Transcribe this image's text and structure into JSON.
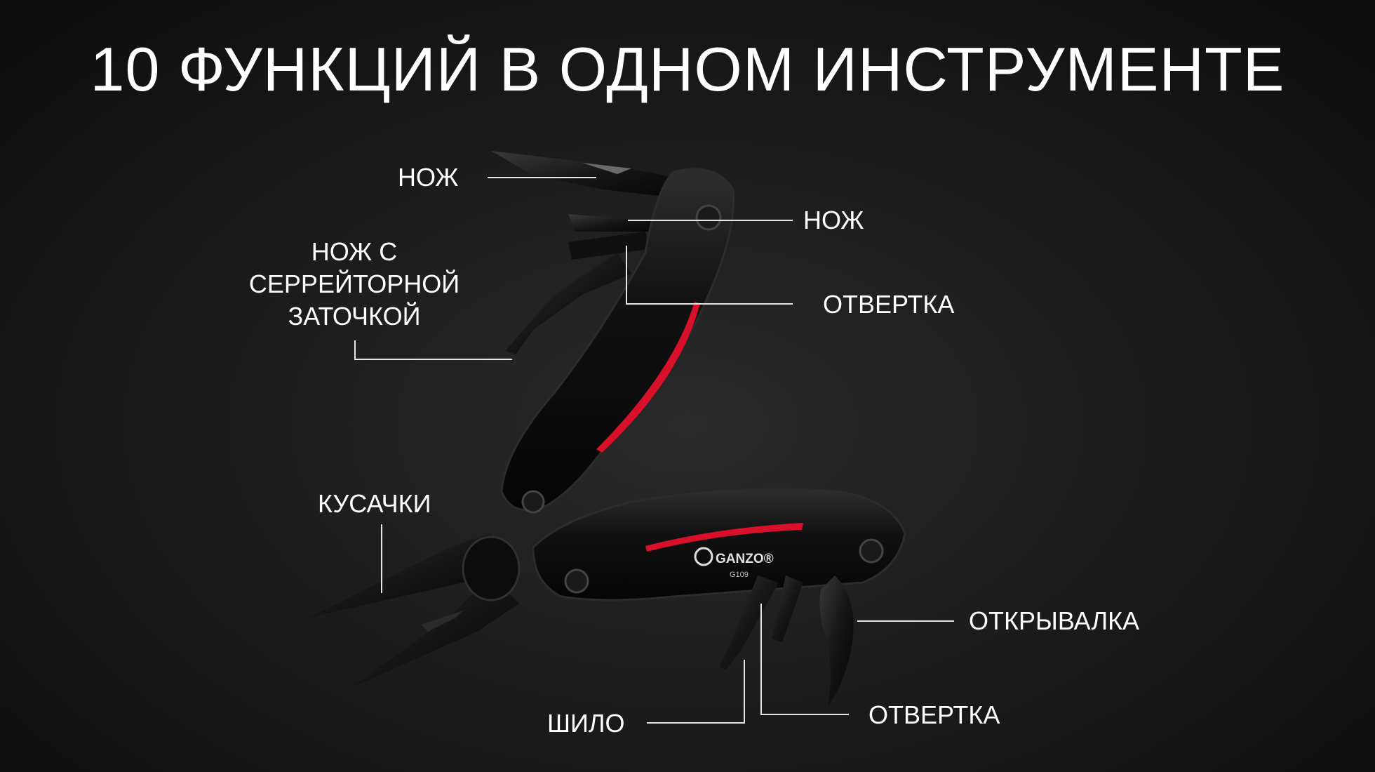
{
  "title": "10 ФУНКЦИЙ В ОДНОМ ИНСТРУМЕНТЕ",
  "brand": {
    "logo_text": "GANZO®",
    "model": "G109"
  },
  "colors": {
    "background": "#1c1c1c",
    "text": "#ffffff",
    "accent": "#d8102a"
  },
  "labels": {
    "knife_1": "НОЖ",
    "knife_2": "НОЖ",
    "serrated_knife_line1": "НОЖ С",
    "serrated_knife_line2": "СЕРРЕЙТОРНОЙ",
    "serrated_knife_line3": "ЗАТОЧКОЙ",
    "screwdriver_1": "ОТВЕРТКА",
    "nippers": "КУСАЧКИ",
    "bottle_opener": "ОТКРЫВАЛКА",
    "awl": "ШИЛО",
    "screwdriver_2": "ОТВЕРТКА"
  }
}
